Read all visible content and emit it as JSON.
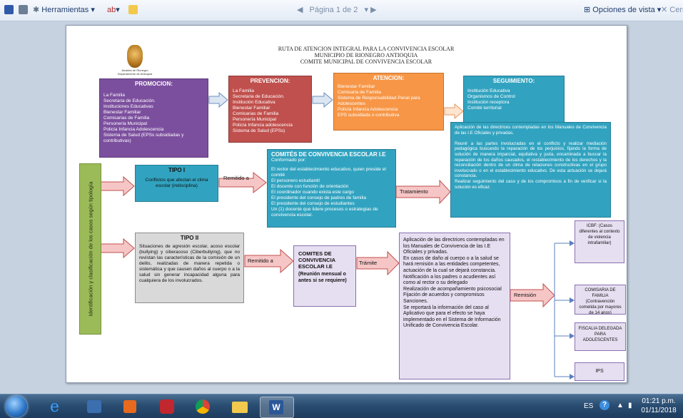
{
  "toolbar": {
    "tools_label": "Herramientas",
    "page_nav": "Página 1 de 2",
    "view_options": "Opciones de vista",
    "close_label": "Cerra"
  },
  "doc": {
    "title": [
      "RUTA DE ATENCION INTEGRAL PARA LA CONVIVENCIA ESCOLAR",
      "MUNICIPIO DE RIONEGRO ANTIOQUIA",
      "COMITE MUNICIPAL DE CONVIVENCIA ESCOLAR"
    ],
    "logo_caption": "Alcaldía de Rionegro\nDepartamento de Antioquia",
    "promocion": {
      "heading": "PROMOCION:",
      "body": "La Familia\nSecretaria de Educación.\nInstituciones Educativas\nBienestar Familiar\nComisarias de Familia\nPersonería Municipal\nPolicía Infancia Adolescencia\nSistema de Salud (EPSs     subsidiadas y contributivas)"
    },
    "prevencion": {
      "heading": "PREVENCION:",
      "body": "La Familia\nSecretaria de Educación.\nInstitución Educativa\nBienestar Familiar\nComisarias de Familia\nPersonería Municipal\nPolicía Infancia  adolescencia\nSistema de Salud (EPSs)"
    },
    "atencion": {
      "heading": "ATENCION:",
      "body": "Bienestar Familiar\nComisaria de Familia\nSistema de Responsabilidad Penal para Adolescentes\nPolicía Infancia Adolescencia\nEPS subsidiada o contributiva"
    },
    "seguimiento": {
      "heading": "SEGUIMIENTO:",
      "body": "Institución Educativa\nOrganismos de Control\nInstitución receptora\nComité territorial"
    },
    "side_label": "Identificación y clasificación de los casos según tipología",
    "tipo1": {
      "heading": "TIPO I",
      "body": "Conflictos que afectan el clima escolar (indisciplina)"
    },
    "remitido_a_1": "Remitido a",
    "comites1": {
      "heading": "COMITÉS DE CONVIVENCIA  ESCOLAR I.E",
      "sub": "Conformado por:",
      "body": "El rector del establecimiento educativo, quien preside el comité\nEl personero estudiantil\nEl docente con función de orientación\nEl coordinador cuando exista este cargo\nEl presidente del consejo de padres de familia\nEl presidente del consejo de estudiantes\n Un (1) docente que lidere procesos o estrategias de convivencia escolar."
    },
    "tratamiento": "Tratamiento",
    "resultado1": "Aplicación de las directrices contempladas en los Manuales de Convivencia de las I.E Oficiales y privadas.\n\nReunir  a  las partes involucradas en el conflicto y realizar mediación pedagógica buscando la reparación de los perjuicios, fijando  la forma de solución de manera imparcial, equitativa y justa, encaminada a buscar la reparación de los daños causados, el restablecimiento de los derechos y la reconciliación dentro de un clima de relaciones constructivas en el grupo involucrado o en el establecimiento educativo. De esta actuación se dejará constancia.\nRealizar seguimiento del caso y de los compromisos a fin de verificar si la solución es eficaz.",
    "tipo2": {
      "heading": "TIPO II",
      "body": "Situaciones de agresión escolar, acoso escolar (bullying) y ciberacoso (Ciberbullying), que no revistan las características de la comisión de un delito, realizadas de manera repetida o sistemática y que causen daños al cuerpo o a la salud sin generar incapacidad alguna para cualquiera de los involucrados."
    },
    "remitido_a_2": "Remitido a",
    "comites2": {
      "heading": "COMITES DE CONVIVENCIA ESCOLAR I.E",
      "sub": "(Reunión mensual o antes si se requiere)"
    },
    "tramite": "Trámite",
    "resultado2": "Aplicación de las directrices contempladas en los Manuales de Convivencia de las I.E Oficiales y privadas.\n En casos de daño al cuerpo o a la salud se hará remisión a las entidades competentes, actuación de la cual se dejará constancia.\nNotificación a los padres o acudientes así como al rector o su delegado\nRealización de acompañamiento psicosocial\nFijación de acuerdos y compromisos Sanciones.\nSe reportará la información del caso al Aplicativo que para el efecto se haya implementado en el Sistema de Información Unificado de Convivencia Escolar.",
    "remision": "Remisión",
    "entidades": [
      "ICBF: (Casos diferentes al contexto de violencia intrafamiliar)",
      "COMISARIA DE FAMILIA (Contravención cometida por mayores de 14 anos)",
      "FISCALIA DELEGADA PARA ADOLESCENTES",
      "IPS"
    ]
  },
  "taskbar": {
    "lang": "ES",
    "time": "01:21 p.m.",
    "date": "01/11/2018"
  },
  "colors": {
    "purple": "#7c4f9e",
    "red": "#c0504d",
    "orange": "#f79646",
    "teal": "#31a3c0",
    "green": "#9bbb59",
    "lavender": "#e6dff1"
  }
}
